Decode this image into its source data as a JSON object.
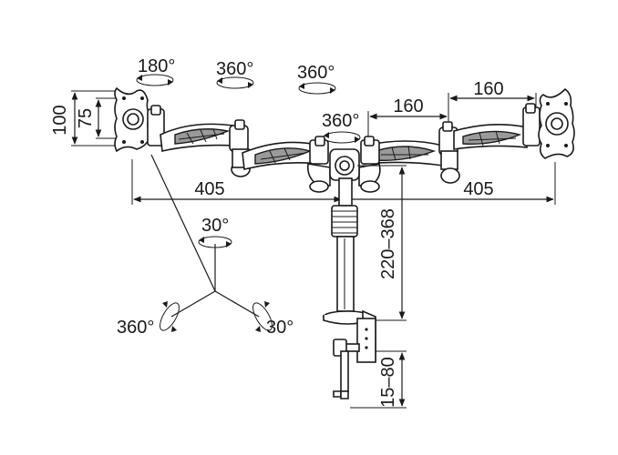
{
  "rotation_labels": {
    "left_head": "180°",
    "left_arm": "360°",
    "right_arm": "360°",
    "center": "360°"
  },
  "dimensions": {
    "vesa_outer": "100",
    "vesa_inner": "75",
    "arm_segment_center": "160",
    "arm_segment_right": "160",
    "reach_left": "405",
    "reach_right": "405",
    "pole_height": "220–368",
    "clamp_range": "15–80"
  },
  "axis_labels": {
    "tilt": "30°",
    "swivel": "360°",
    "pan": "30°"
  }
}
